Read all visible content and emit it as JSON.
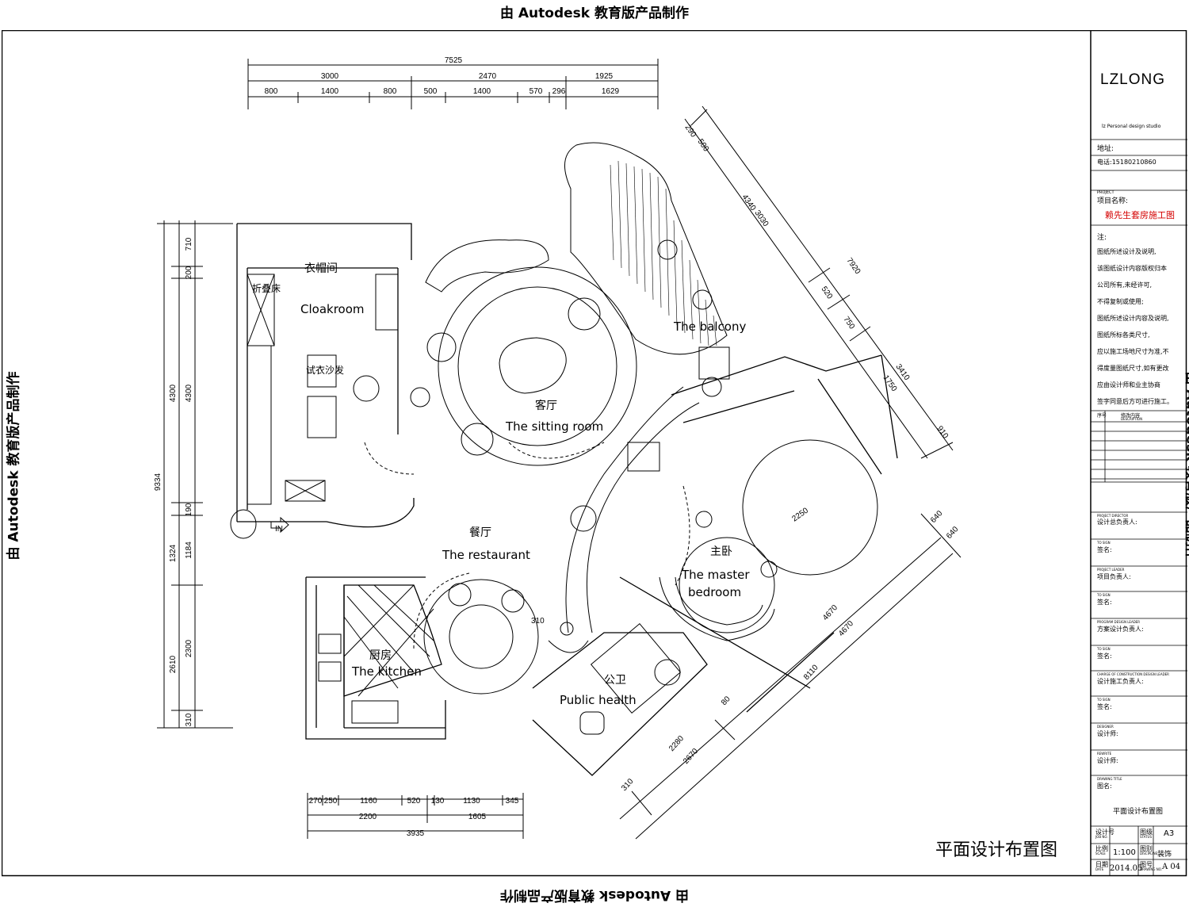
{
  "watermark": "由 Autodesk 教育版产品制作",
  "drawing_title_large": "平面设计布置图",
  "rooms": {
    "cloakroom_cn": "衣帽间",
    "cloakroom_en": "Cloakroom",
    "sitting_cn": "客厅",
    "sitting_en": "The sitting room",
    "balcony_en": "The balcony",
    "restaurant_cn": "餐厅",
    "restaurant_en": "The restaurant",
    "master_cn": "主卧",
    "master_en1": "The master",
    "master_en2": "bedroom",
    "kitchen_cn": "厨房",
    "kitchen_en": "The kitchen",
    "public_cn": "公卫",
    "public_en": "Public health",
    "fold_bed": "折叠床",
    "sofa": "试衣沙发",
    "entry": "IN"
  },
  "dimensions": {
    "top_total": "7525",
    "top_mid": [
      "3000",
      "2470",
      "1925"
    ],
    "top_detail": [
      "800",
      "1400",
      "800",
      "500",
      "1400",
      "570",
      "296",
      "1629"
    ],
    "left_total": "9334",
    "left_outer": [
      "4300",
      "1324",
      "2610"
    ],
    "left_inner": [
      "710",
      "200",
      "4300",
      "190",
      "1184",
      "2300",
      "310"
    ],
    "bottom_detail": [
      "270",
      "250",
      "1160",
      "520",
      "130",
      "1130",
      "345"
    ],
    "bottom_mid": [
      "2200",
      "1605"
    ],
    "bottom_total": "3935",
    "diag_ne": [
      "290",
      "500",
      "4340",
      "3030",
      "7920",
      "520",
      "750",
      "1750",
      "3410",
      "910"
    ],
    "diag_se": [
      "640",
      "640",
      "4670",
      "4670",
      "8110",
      "80",
      "2280",
      "2670",
      "310"
    ],
    "bed": "2250",
    "table": "310"
  },
  "title_block": {
    "logo": "LZLONG",
    "logo_sub": "lz Personal design studio",
    "address_label": "地址:",
    "phone": "电话:15180210860",
    "project_label_en": "PROJECT",
    "project_label": "项目名称:",
    "project_name": "赖先生套房施工图",
    "notes": [
      "注:",
      "图纸所述设计及说明,",
      "该图纸设计内容版权归本",
      "公司所有,未经许可,",
      "不得复制或使用;",
      "图纸所述设计内容及说明,",
      "图纸所标各类尺寸,",
      "应以施工场地尺寸为准,不",
      "得度量图纸尺寸,如有更改",
      "应由设计师和业主协商",
      "签字同意后方可进行施工。"
    ],
    "table_header": [
      "序号",
      "修改内容",
      "DESCRIPTION"
    ],
    "roles": [
      {
        "en": "PROJECT DIRECTOR",
        "cn": "设计总负责人:"
      },
      {
        "en": "TO SIGN",
        "cn": "签名:"
      },
      {
        "en": "PROJECT LEADER",
        "cn": "项目负责人:"
      },
      {
        "en": "TO SIGN",
        "cn": "签名:"
      },
      {
        "en": "PROGRAM DESIGN LEADER",
        "cn": "方案设计负责人:"
      },
      {
        "en": "TO SIGN",
        "cn": "签名:"
      },
      {
        "en": "CHARGE OF CONSTRUCTION DESIGN LEADER",
        "cn": "设计施工负责人:"
      },
      {
        "en": "TO SIGN",
        "cn": "签名:"
      },
      {
        "en": "DESIGNER",
        "cn": "设计师:"
      },
      {
        "en": "REWRITE",
        "cn": "设计师:"
      },
      {
        "en": "DRAWING TITLE",
        "cn": "图名:"
      }
    ],
    "drawing_title": "平面设计布置图",
    "design_no_label": "设计号",
    "design_no_en": "JOB NO.",
    "status_label": "图级",
    "status_en": "STATUS",
    "status_value": "A3",
    "scale_label": "比例",
    "scale_en": "SCALE",
    "scale_value": "1:100",
    "dept_label": "图别",
    "dept_en": "DISCIPLINE",
    "dept_value": "装饰",
    "date_label": "日期",
    "date_en": "DATE",
    "date_value": "2014.05",
    "drawing_no_label": "图号",
    "drawing_no_en": "DRAWING NO.",
    "drawing_no_value": "A 04"
  }
}
